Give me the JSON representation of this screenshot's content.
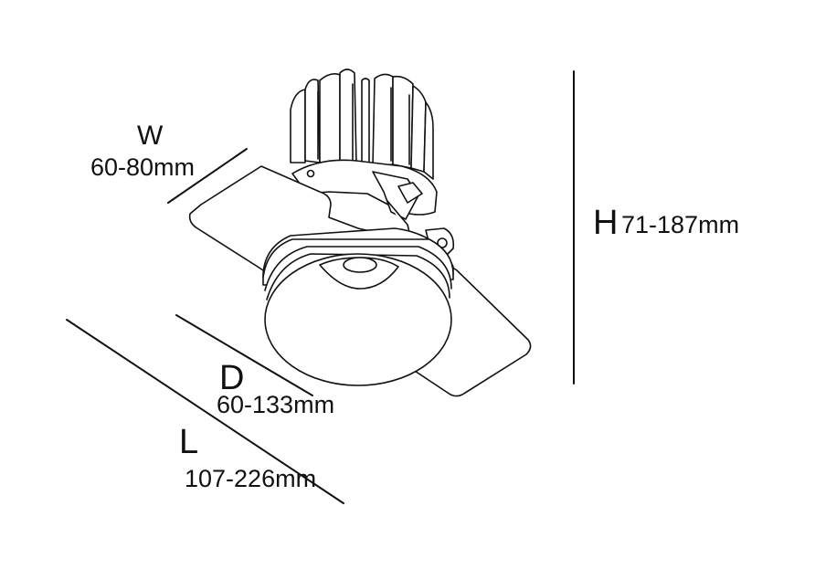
{
  "dimensions": {
    "width": {
      "letter": "W",
      "range": "60-80mm"
    },
    "height": {
      "letter": "H",
      "range": "71-187mm"
    },
    "depth": {
      "letter": "D",
      "range": "60-133mm"
    },
    "length": {
      "letter": "L",
      "range": "107-226mm"
    }
  },
  "colors": {
    "line": "#111111",
    "background": "#ffffff"
  }
}
